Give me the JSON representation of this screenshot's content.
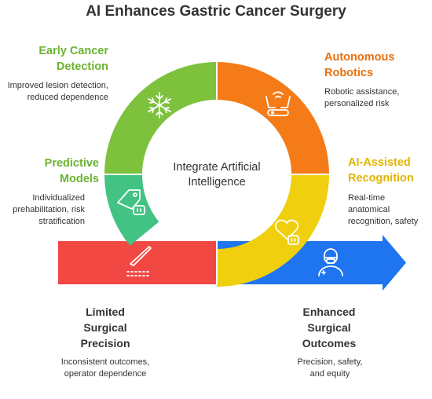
{
  "title": "AI Enhances Gastric Cancer Surgery",
  "center_text": "Integrate Artificial Intelligence",
  "stages": [
    {
      "heading": "Early Cancer Detection",
      "description": "Improved lesion detection, reduced dependence",
      "color": "#7dc13d",
      "icon": "snowflake-icon"
    },
    {
      "heading": "Autonomous Robotics",
      "description": "Robotic assistance, personalized risk",
      "color": "#f47b18",
      "icon": "robot-arm-icon"
    },
    {
      "heading": "AI-Assisted Recognition",
      "description": "Real-time anatomical recognition, safety",
      "color": "#f0cf0e",
      "icon": "heart-robot-icon"
    },
    {
      "heading": "Predictive Models",
      "description": "Individualized prehabilitation, risk stratification",
      "color": "#42c283",
      "icon": "tag-robot-icon"
    },
    {
      "heading": "Limited Surgical Precision",
      "description": "Inconsistent outcomes, operator dependence",
      "color": "#f24844",
      "icon": "scalpel-icon"
    },
    {
      "heading": "Enhanced Surgical Outcomes",
      "description": "Precision, safety, and equity",
      "color": "#1f74f0",
      "icon": "surgeon-icon"
    }
  ]
}
